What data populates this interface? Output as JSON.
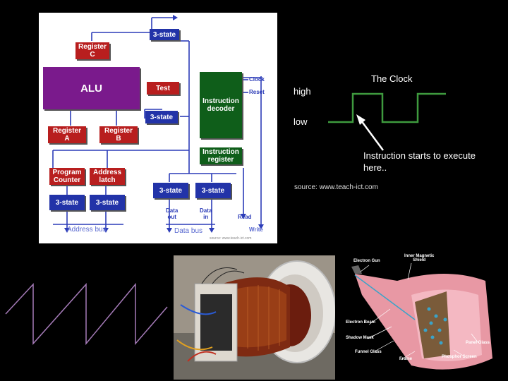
{
  "cpu_diagram": {
    "blocks": {
      "tristate_top": "3-state",
      "register_c": "Register\nC",
      "alu": "ALU",
      "test": "Test",
      "tristate_mid": "3-state",
      "register_a": "Register\nA",
      "register_b": "Register\nB",
      "program_counter": "Program\nCounter",
      "address_latch": "Address\nlatch",
      "tristate_pc": "3-state",
      "tristate_al": "3-state",
      "tristate_d1": "3-state",
      "tristate_d2": "3-state",
      "instruction_decoder": "Instruction\ndecoder",
      "instruction_register": "Instruction\nregister"
    },
    "labels": {
      "clock": "Clock",
      "reset": "Reset",
      "data_out": "Data\nout",
      "data_in": "Data\nin",
      "read": "Read",
      "write": "Write",
      "address_bus": "Address bus",
      "data_bus": "Data bus",
      "source": "source: www.teach-ict.com"
    }
  },
  "clock_panel": {
    "title": "The Clock",
    "high": "high",
    "low": "low",
    "annotation_line1": "Instruction starts to execute",
    "annotation_line2": "here..",
    "source": "source: www.teach-ict.com"
  },
  "crt_diagram": {
    "labels": {
      "electron_gun": "Electron Gun",
      "inner_shield": "Inner Magnetic\nShield",
      "electron_beam": "Electron Beam",
      "shadow_mask": "Shadow Mask",
      "funnel_glass": "Funnel Glass",
      "frame": "Frame",
      "panel_glass": "Panel Glass",
      "phosphor_screen": "Phosphor Screen"
    }
  },
  "colors": {
    "wave_green": "#3e9a3e",
    "sawtooth": "#a57bb8",
    "bus_blue": "#2c3cb8",
    "panel_white": "#ffffff"
  }
}
